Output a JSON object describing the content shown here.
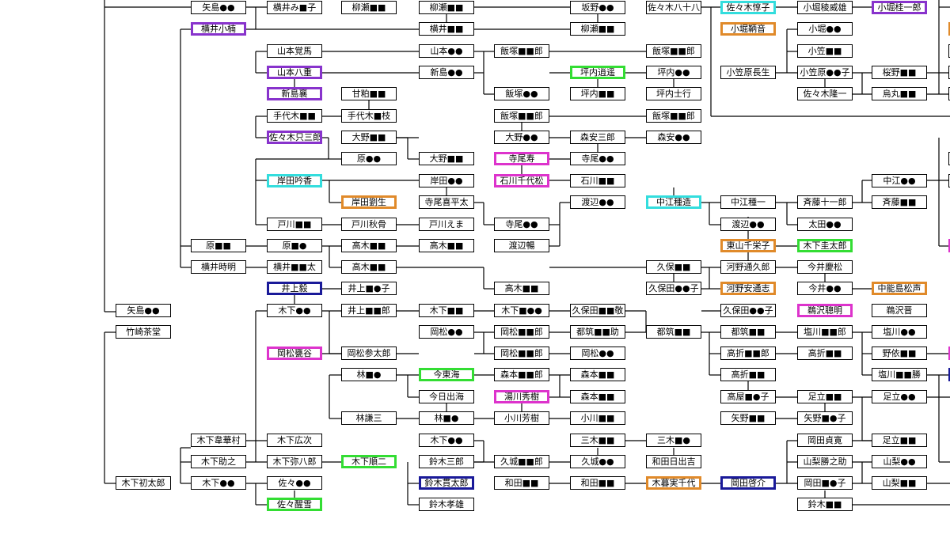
{
  "nodes": [
    {
      "id": "n1",
      "text": "矢島●●"
    },
    {
      "id": "n2",
      "text": "横井み■子"
    },
    {
      "id": "n3",
      "text": "柳瀬■■"
    },
    {
      "id": "n4",
      "text": "柳瀬■■"
    },
    {
      "id": "n5",
      "text": "坂野●●"
    },
    {
      "id": "n6",
      "text": "佐々木八十八"
    },
    {
      "id": "n7",
      "text": "佐々木惇子",
      "color": "#33dddd"
    },
    {
      "id": "n8",
      "text": "小堀稜威雄"
    },
    {
      "id": "n9",
      "text": "小堀桂一郎",
      "color": "#8833cc"
    },
    {
      "id": "n10",
      "text": "横井小楠",
      "color": "#8833cc"
    },
    {
      "id": "n11",
      "text": "横井■■"
    },
    {
      "id": "n12",
      "text": "柳瀬■■"
    },
    {
      "id": "n13",
      "text": "小堀鞆音",
      "color": "#e08a2a"
    },
    {
      "id": "n14",
      "text": "小堀●●"
    },
    {
      "id": "n15",
      "text": "山本覚馬"
    },
    {
      "id": "n16",
      "text": "山本●●"
    },
    {
      "id": "n17",
      "text": "飯塚■■郎"
    },
    {
      "id": "n18",
      "text": "飯塚■■郎"
    },
    {
      "id": "n19",
      "text": "小笠■■"
    },
    {
      "id": "n20",
      "text": "山本八重",
      "color": "#8833cc"
    },
    {
      "id": "n21",
      "text": "新島●●"
    },
    {
      "id": "n22",
      "text": "坪内逍遥",
      "color": "#33dd33"
    },
    {
      "id": "n23",
      "text": "坪内●●"
    },
    {
      "id": "n24",
      "text": "小笠原長生"
    },
    {
      "id": "n25",
      "text": "小笠原●●子"
    },
    {
      "id": "n26",
      "text": "桜野■■"
    },
    {
      "id": "n27",
      "text": "新島襄",
      "color": "#8833cc"
    },
    {
      "id": "n28",
      "text": "甘粕■■"
    },
    {
      "id": "n29",
      "text": "飯塚●●"
    },
    {
      "id": "n30",
      "text": "坪内■■"
    },
    {
      "id": "n31",
      "text": "坪内士行"
    },
    {
      "id": "n32",
      "text": "佐々木隆一"
    },
    {
      "id": "n33",
      "text": "烏丸■■"
    },
    {
      "id": "n34",
      "text": "手代木■■"
    },
    {
      "id": "n35",
      "text": "手代木■枝"
    },
    {
      "id": "n36",
      "text": "飯塚■■郎"
    },
    {
      "id": "n37",
      "text": "飯塚■■郎"
    },
    {
      "id": "n38",
      "text": "佐々木只三郎",
      "color": "#8833cc"
    },
    {
      "id": "n39",
      "text": "大野■■"
    },
    {
      "id": "n40",
      "text": "大野●●"
    },
    {
      "id": "n41",
      "text": "森安三郎"
    },
    {
      "id": "n42",
      "text": "森安●●"
    },
    {
      "id": "n43",
      "text": "原●●"
    },
    {
      "id": "n44",
      "text": "大野■■"
    },
    {
      "id": "n45",
      "text": "寺尾寿",
      "color": "#dd33cc"
    },
    {
      "id": "n46",
      "text": "寺尾●●"
    },
    {
      "id": "n47",
      "text": "岸田吟香",
      "color": "#33dddd"
    },
    {
      "id": "n48",
      "text": "岸田●●"
    },
    {
      "id": "n49",
      "text": "石川千代松",
      "color": "#dd33cc"
    },
    {
      "id": "n50",
      "text": "石川■■"
    },
    {
      "id": "n51",
      "text": "中江●●"
    },
    {
      "id": "n52",
      "text": "岸田劉生",
      "color": "#e08a2a"
    },
    {
      "id": "n53",
      "text": "寺尾喜平太"
    },
    {
      "id": "n54",
      "text": "渡辺●●"
    },
    {
      "id": "n55",
      "text": "中江種造",
      "color": "#33dddd"
    },
    {
      "id": "n56",
      "text": "中江種一"
    },
    {
      "id": "n57",
      "text": "斉藤十一郎"
    },
    {
      "id": "n58",
      "text": "斉藤■■"
    },
    {
      "id": "n59",
      "text": "戸川■■"
    },
    {
      "id": "n60",
      "text": "戸川秋骨"
    },
    {
      "id": "n61",
      "text": "戸川えま"
    },
    {
      "id": "n62",
      "text": "寺尾●●"
    },
    {
      "id": "n63",
      "text": "渡辺●●"
    },
    {
      "id": "n64",
      "text": "太田●●"
    },
    {
      "id": "n65",
      "text": "原■■"
    },
    {
      "id": "n66",
      "text": "原■●"
    },
    {
      "id": "n67",
      "text": "高木■■"
    },
    {
      "id": "n68",
      "text": "高木■■"
    },
    {
      "id": "n69",
      "text": "渡辺暢"
    },
    {
      "id": "n70",
      "text": "東山千栄子",
      "color": "#e08a2a"
    },
    {
      "id": "n71",
      "text": "木下圭太郎",
      "color": "#33dd33"
    },
    {
      "id": "n72",
      "text": "横井時明"
    },
    {
      "id": "n73",
      "text": "横井■■太"
    },
    {
      "id": "n74",
      "text": "高木■■"
    },
    {
      "id": "n75",
      "text": "久保■■"
    },
    {
      "id": "n76",
      "text": "河野通久郎"
    },
    {
      "id": "n77",
      "text": "今井慶松"
    },
    {
      "id": "n78",
      "text": "井上毅",
      "color": "#1a1a99"
    },
    {
      "id": "n79",
      "text": "井上■●子"
    },
    {
      "id": "n80",
      "text": "高木■■"
    },
    {
      "id": "n81",
      "text": "久保田●●子"
    },
    {
      "id": "n82",
      "text": "河野安通志",
      "color": "#e08a2a"
    },
    {
      "id": "n83",
      "text": "今井●●"
    },
    {
      "id": "n84",
      "text": "中能島松声",
      "color": "#e08a2a"
    },
    {
      "id": "n85",
      "text": "矢島●●"
    },
    {
      "id": "n86",
      "text": "木下●●"
    },
    {
      "id": "n87",
      "text": "井上■■郎"
    },
    {
      "id": "n88",
      "text": "木下■■"
    },
    {
      "id": "n89",
      "text": "木下■●●"
    },
    {
      "id": "n90",
      "text": "久保田■■敬"
    },
    {
      "id": "n91",
      "text": "久保田●●子"
    },
    {
      "id": "n92",
      "text": "鵜沢聰明",
      "color": "#dd33cc"
    },
    {
      "id": "n93",
      "text": "鵜沢晋"
    },
    {
      "id": "n94",
      "text": "竹崎茶堂"
    },
    {
      "id": "n95",
      "text": "岡松●●"
    },
    {
      "id": "n96",
      "text": "岡松■■郎"
    },
    {
      "id": "n97",
      "text": "都筑■■助"
    },
    {
      "id": "n98",
      "text": "都筑■■"
    },
    {
      "id": "n99",
      "text": "都筑■■"
    },
    {
      "id": "n100",
      "text": "塩川■■郎"
    },
    {
      "id": "n101",
      "text": "塩川●●"
    },
    {
      "id": "n102",
      "text": "岡松甕谷",
      "color": "#dd33cc"
    },
    {
      "id": "n103",
      "text": "岡松参太郎"
    },
    {
      "id": "n104",
      "text": "岡松■■郎"
    },
    {
      "id": "n105",
      "text": "岡松●●"
    },
    {
      "id": "n106",
      "text": "高折■■郎"
    },
    {
      "id": "n107",
      "text": "高折■■"
    },
    {
      "id": "n108",
      "text": "野依■■"
    },
    {
      "id": "n109",
      "text": "林■●"
    },
    {
      "id": "n110",
      "text": "今東海",
      "color": "#33dd33"
    },
    {
      "id": "n111",
      "text": "森本■■郎"
    },
    {
      "id": "n112",
      "text": "森本■■"
    },
    {
      "id": "n113",
      "text": "高折■■"
    },
    {
      "id": "n114",
      "text": "塩川■■勝"
    },
    {
      "id": "n115",
      "text": "今日出海"
    },
    {
      "id": "n116",
      "text": "湯川秀樹",
      "color": "#dd33cc"
    },
    {
      "id": "n117",
      "text": "森本■■"
    },
    {
      "id": "n118",
      "text": "高屋■●子"
    },
    {
      "id": "n119",
      "text": "足立■■"
    },
    {
      "id": "n120",
      "text": "足立●●"
    },
    {
      "id": "n121",
      "text": "林謙三"
    },
    {
      "id": "n122",
      "text": "林■●"
    },
    {
      "id": "n123",
      "text": "小川芳樹"
    },
    {
      "id": "n124",
      "text": "小川■■"
    },
    {
      "id": "n125",
      "text": "矢野■■"
    },
    {
      "id": "n126",
      "text": "矢野■●子"
    },
    {
      "id": "n127",
      "text": "木下韋華村"
    },
    {
      "id": "n128",
      "text": "木下広次"
    },
    {
      "id": "n129",
      "text": "木下●●"
    },
    {
      "id": "n130",
      "text": "三木■■"
    },
    {
      "id": "n131",
      "text": "三木■●"
    },
    {
      "id": "n132",
      "text": "岡田貞寛"
    },
    {
      "id": "n133",
      "text": "足立■■"
    },
    {
      "id": "n134",
      "text": "木下助之"
    },
    {
      "id": "n135",
      "text": "木下弥八郎"
    },
    {
      "id": "n136",
      "text": "木下順二",
      "color": "#33dd33"
    },
    {
      "id": "n137",
      "text": "鈴木三郎"
    },
    {
      "id": "n138",
      "text": "久城■■郎"
    },
    {
      "id": "n139",
      "text": "久城●●"
    },
    {
      "id": "n140",
      "text": "和田日出吉"
    },
    {
      "id": "n141",
      "text": "山梨勝之助"
    },
    {
      "id": "n142",
      "text": "山梨●●"
    },
    {
      "id": "n143",
      "text": "木下初太郎"
    },
    {
      "id": "n144",
      "text": "木下●●"
    },
    {
      "id": "n145",
      "text": "佐々●●"
    },
    {
      "id": "n146",
      "text": "鈴木貫太郎",
      "color": "#1a1a99"
    },
    {
      "id": "n147",
      "text": "和田■■"
    },
    {
      "id": "n148",
      "text": "和田■■"
    },
    {
      "id": "n149",
      "text": "木暮実千代",
      "color": "#e08a2a"
    },
    {
      "id": "n150",
      "text": "岡田啓介",
      "color": "#1a1a99"
    },
    {
      "id": "n151",
      "text": "岡田■●子"
    },
    {
      "id": "n152",
      "text": "山梨■■"
    },
    {
      "id": "n153",
      "text": "佐々醒雪",
      "color": "#33dd33"
    },
    {
      "id": "n154",
      "text": "鈴木孝雄"
    },
    {
      "id": "n155",
      "text": "鈴木■■"
    }
  ]
}
